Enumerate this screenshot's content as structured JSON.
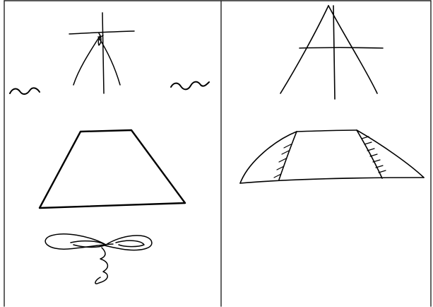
{
  "figure": {
    "layout": "two-column-table",
    "colors": {
      "background": "#ffffff",
      "ink": "#000000",
      "grid": "#222222"
    },
    "left_cell": {
      "items": [
        "cross-with-splayed-legs-sketch",
        "wave-squiggle-left",
        "wave-squiggle-right",
        "trapezoid-outline",
        "ornamental-flourish"
      ]
    },
    "right_cell": {
      "items": [
        "a-frame-with-crossbar-sketch",
        "wide-trapezoid-with-hatched-seams"
      ]
    }
  }
}
